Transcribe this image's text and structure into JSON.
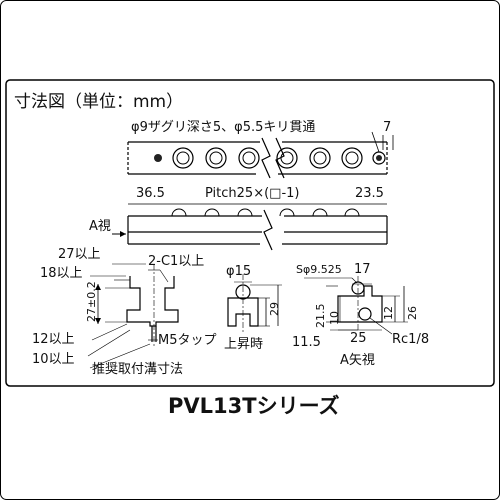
{
  "title": "寸法図（単位：mm）",
  "top_rail": {
    "note": "φ9ザグリ深さ5、φ5.5キリ貫通",
    "end_dim": "7"
  },
  "pitch_row": {
    "left_dim": "36.5",
    "pitch_text": "Pitch25×(□-1)",
    "right_dim": "23.5"
  },
  "view_a_label": "A視",
  "groove": {
    "d27": "27以上",
    "d18": "18以上",
    "chamfer": "2-C1以上",
    "height": "27±0.2",
    "d12": "12以上",
    "d10": "10以上",
    "tap": "M5タップ",
    "caption": "推奨取付溝寸法"
  },
  "lift": {
    "dia": "φ15",
    "d29": "29",
    "caption": "上昇時"
  },
  "arrow_view": {
    "sphere": "Sφ9.525",
    "d17": "17",
    "d21_5": "21.5",
    "d10": "10",
    "d12": "12",
    "d26": "26",
    "d11_5": "11.5",
    "d25": "25",
    "rc": "Rc1/8",
    "caption": "A矢視"
  },
  "series_name": "PVL13Tシリーズ"
}
